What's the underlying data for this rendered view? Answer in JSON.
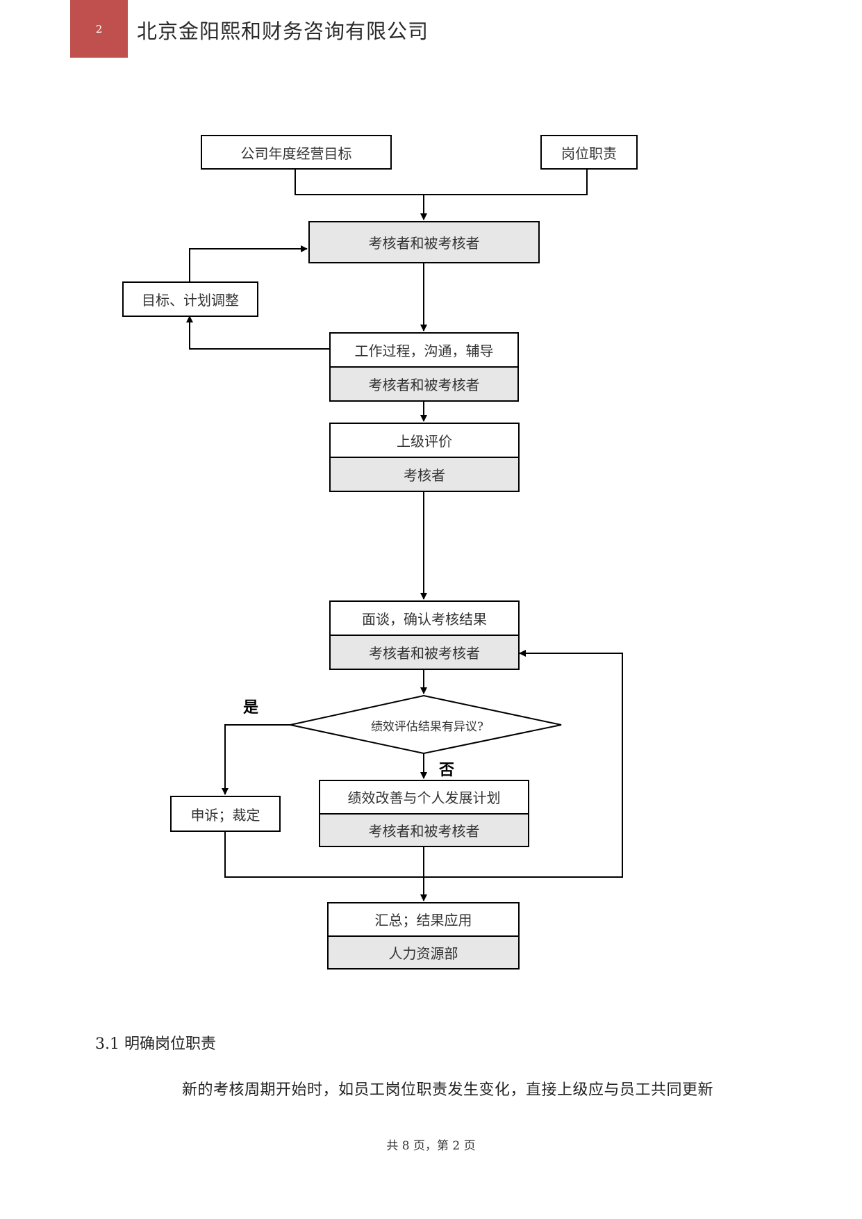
{
  "header": {
    "page_number": "2",
    "company": "北京金阳熙和财务咨询有限公司"
  },
  "flowchart": {
    "company_goals": "公司年度经营目标",
    "job_duties": "岗位职责",
    "participants_1": "考核者和被考核者",
    "adjust": "目标、计划调整",
    "work_process": "工作过程，沟通，辅导",
    "work_process_role": "考核者和被考核者",
    "superior_eval": "上级评价",
    "superior_eval_role": "考核者",
    "interview": "面谈，确认考核结果",
    "interview_role": "考核者和被考核者",
    "decision": "绩效评估结果有异议?",
    "yes_label": "是",
    "no_label": "否",
    "appeal": "申诉；裁定",
    "improve_plan": "绩效改善与个人发展计划",
    "improve_plan_role": "考核者和被考核者",
    "summary": "汇总；结果应用",
    "summary_role": "人力资源部"
  },
  "body": {
    "section_heading": "3.1 明确岗位职责",
    "paragraph": "新的考核周期开始时，如员工岗位职责发生变化，直接上级应与员工共同更新"
  },
  "footer": {
    "text": "共 8 页，第 2 页"
  }
}
